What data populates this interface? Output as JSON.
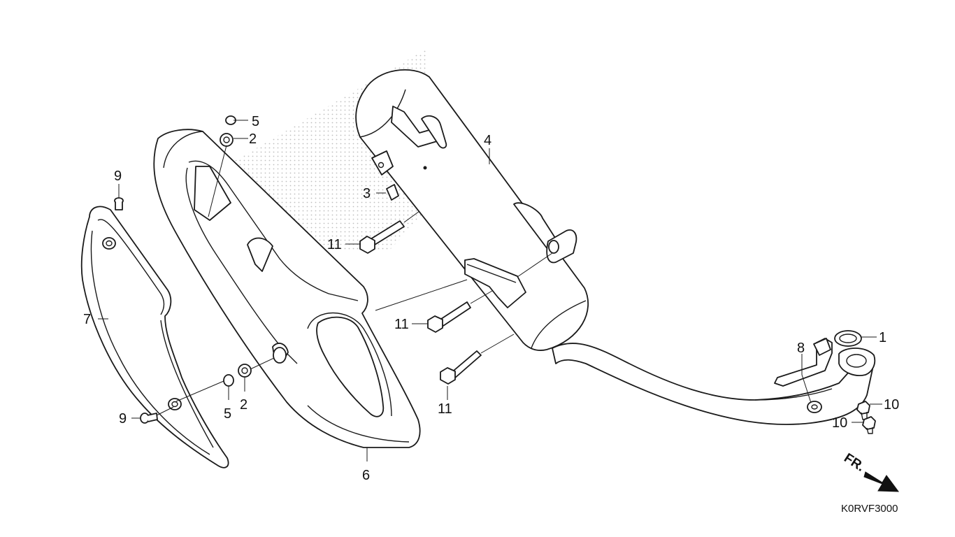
{
  "diagram": {
    "drawing_code": "K0RVF3000",
    "direction_label": "FR.",
    "callouts": {
      "c1": "1",
      "c2a": "2",
      "c2b": "2",
      "c3": "3",
      "c4": "4",
      "c5a": "5",
      "c5b": "5",
      "c6": "6",
      "c7": "7",
      "c8": "8",
      "c9a": "9",
      "c9b": "9",
      "c10a": "10",
      "c10b": "10",
      "c11a": "11",
      "c11b": "11",
      "c11c": "11"
    }
  }
}
